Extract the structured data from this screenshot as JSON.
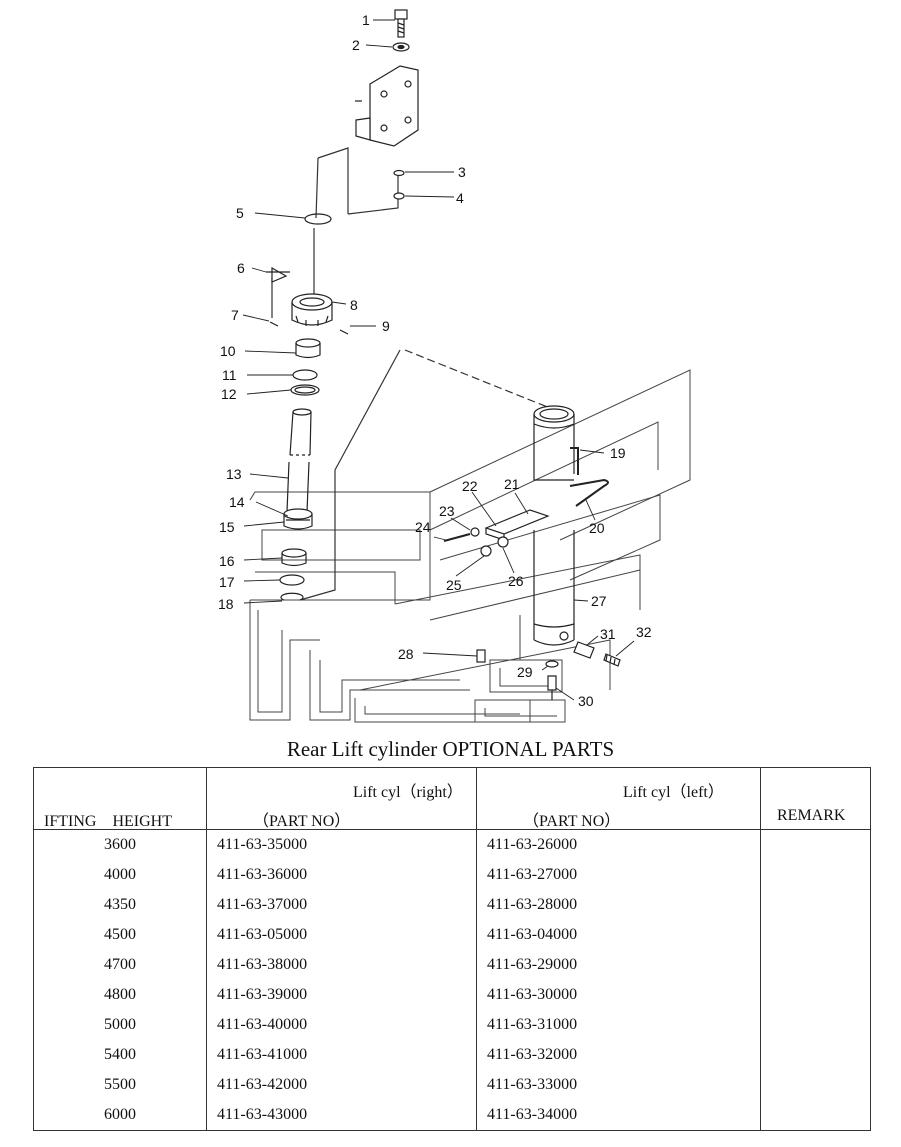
{
  "diagram": {
    "callouts": [
      "1",
      "2",
      "3",
      "4",
      "5",
      "6",
      "7",
      "8",
      "9",
      "10",
      "11",
      "12",
      "13",
      "14",
      "15",
      "16",
      "17",
      "18",
      "19",
      "20",
      "21",
      "22",
      "23",
      "24",
      "25",
      "26",
      "27",
      "28",
      "29",
      "30",
      "31",
      "32"
    ]
  },
  "title": "Rear Lift cylinder OPTIONAL PARTS",
  "table": {
    "header": {
      "height_label": "IFTING　HEIGHT",
      "right_label": "Lift cyl（right）",
      "right_sub": "（PART NO）",
      "left_label": "Lift cyl（left）",
      "left_sub": "（PART NO）",
      "remark_label": "REMARK"
    },
    "rows": [
      {
        "height": "3600",
        "right": "411-63-35000",
        "left": "411-63-26000",
        "remark": ""
      },
      {
        "height": "4000",
        "right": "411-63-36000",
        "left": "411-63-27000",
        "remark": ""
      },
      {
        "height": "4350",
        "right": "411-63-37000",
        "left": "411-63-28000",
        "remark": ""
      },
      {
        "height": "4500",
        "right": "411-63-05000",
        "left": "411-63-04000",
        "remark": ""
      },
      {
        "height": "4700",
        "right": "411-63-38000",
        "left": "411-63-29000",
        "remark": ""
      },
      {
        "height": "4800",
        "right": "411-63-39000",
        "left": "411-63-30000",
        "remark": ""
      },
      {
        "height": "5000",
        "right": "411-63-40000",
        "left": "411-63-31000",
        "remark": ""
      },
      {
        "height": "5400",
        "right": "411-63-41000",
        "left": "411-63-32000",
        "remark": ""
      },
      {
        "height": "5500",
        "right": "411-63-42000",
        "left": "411-63-33000",
        "remark": ""
      },
      {
        "height": "6000",
        "right": "411-63-43000",
        "left": "411-63-34000",
        "remark": ""
      }
    ]
  }
}
